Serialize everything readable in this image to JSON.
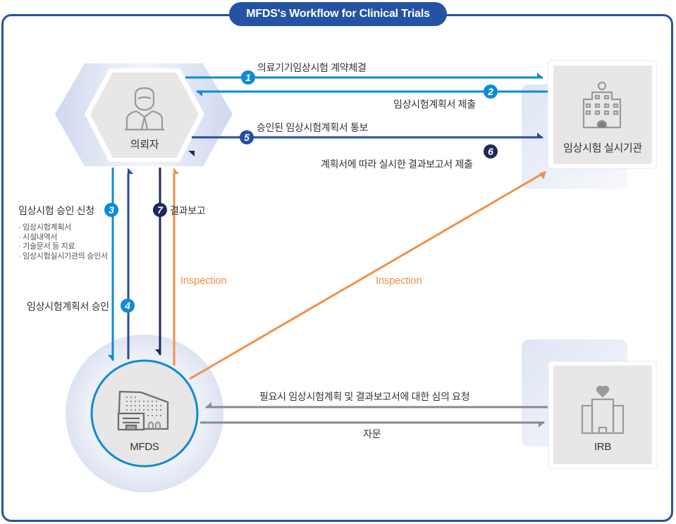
{
  "title": "MFDS's Workflow for Clinical Trials",
  "nodes": {
    "sponsor": {
      "label": "의뢰자",
      "icon": "doctor-icon"
    },
    "institution": {
      "label": "임상시험 실시기관",
      "icon": "hospital-icon"
    },
    "mfds": {
      "label": "MFDS",
      "icon": "government-building-icon"
    },
    "irb": {
      "label": "IRB",
      "icon": "irb-building-heart-icon"
    }
  },
  "steps": [
    {
      "number": "1",
      "label": "의료기기임상시험 계약체결",
      "from": "sponsor",
      "to": "institution"
    },
    {
      "number": "2",
      "label": "임상시험계획서 제출",
      "from": "institution",
      "to": "sponsor"
    },
    {
      "number": "3",
      "label": "임상시험 승인 신청",
      "from": "sponsor",
      "to": "mfds",
      "documents": [
        "· 임상시험계획서",
        "· 시설내역서",
        "· 기술문서 등 지료",
        "· 임상시험실시기관의 승인서"
      ]
    },
    {
      "number": "4",
      "label": "임상시험계획서 승인",
      "from": "mfds",
      "to": "sponsor"
    },
    {
      "number": "5",
      "label": "승인된 임상시험계획서 통보",
      "from": "sponsor",
      "to": "institution"
    },
    {
      "number": "6",
      "label": "계획서에 따라 실시한 결과보고서 제출",
      "from": "institution",
      "to": "sponsor"
    },
    {
      "number": "7",
      "label": "결과보고",
      "from": "sponsor",
      "to": "mfds"
    }
  ],
  "inspections": [
    {
      "label": "Inspection",
      "from": "mfds",
      "to": "sponsor"
    },
    {
      "label": "Inspection",
      "from": "mfds",
      "to": "institution"
    }
  ],
  "irb_flows": [
    {
      "label": "필요시 임상시험계획 및 결과보고서에 대한 심의 요청",
      "from": "irb",
      "to": "mfds"
    },
    {
      "label": "자문",
      "from": "mfds",
      "to": "irb"
    }
  ],
  "colors": {
    "frame": "#2553a3",
    "step_light": "#0d8bd6",
    "step_mid": "#244ea0",
    "step_dark": "#1b2a5a",
    "inspection": "#f0914a",
    "irb_flow": "#8a8a8a",
    "node_fill": "#e8e6e7"
  }
}
